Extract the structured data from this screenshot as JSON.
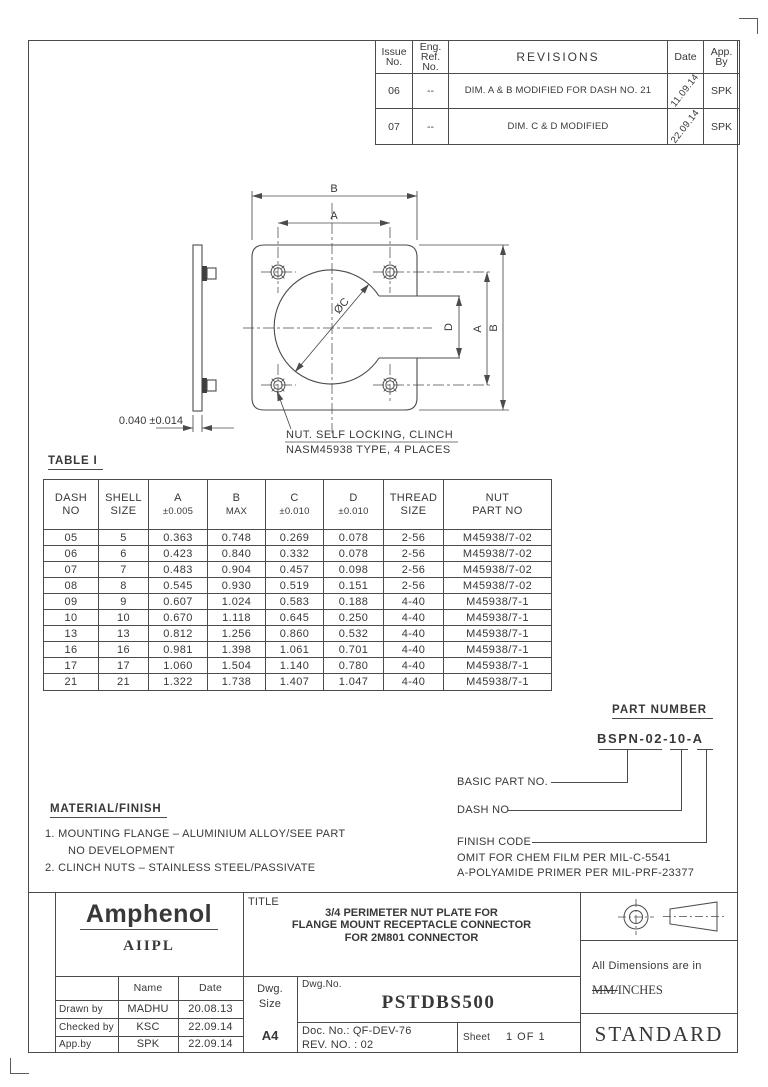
{
  "revisions": {
    "h_issue": [
      "Issue",
      "No."
    ],
    "h_eng": [
      "Eng.",
      "Ref.",
      "No."
    ],
    "h_rev": "REVISIONS",
    "h_date": "Date",
    "h_app": [
      "App.",
      "By"
    ],
    "rows": [
      {
        "no": "06",
        "ref": "--",
        "desc": "DIM. A & B MODIFIED FOR DASH NO. 21",
        "date": "11.09.14",
        "by": "SPK"
      },
      {
        "no": "07",
        "ref": "--",
        "desc": "DIM. C & D MODIFIED",
        "date": "22.09.14",
        "by": "SPK"
      }
    ]
  },
  "drawing": {
    "thickness": "0.040 ±0.014",
    "dim_b_top": "B",
    "dim_a_top": "A",
    "dim_c": "ØC",
    "dim_d": "D",
    "dim_a_right": "A",
    "dim_b_right": "B",
    "note1": "NUT. SELF LOCKING, CLINCH",
    "note2": "NASM45938 TYPE, 4 PLACES"
  },
  "table1": {
    "title": "TABLE I",
    "headers": [
      [
        "DASH",
        "NO"
      ],
      [
        "SHELL",
        "SIZE"
      ],
      [
        "A",
        "±0.005"
      ],
      [
        "B",
        "MAX"
      ],
      [
        "C",
        "±0.010"
      ],
      [
        "D",
        "±0.010"
      ],
      [
        "THREAD",
        "SIZE"
      ],
      [
        "NUT",
        "PART NO"
      ]
    ],
    "rows": [
      [
        "05",
        "5",
        "0.363",
        "0.748",
        "0.269",
        "0.078",
        "2-56",
        "M45938/7-02"
      ],
      [
        "06",
        "6",
        "0.423",
        "0.840",
        "0.332",
        "0.078",
        "2-56",
        "M45938/7-02"
      ],
      [
        "07",
        "7",
        "0.483",
        "0.904",
        "0.457",
        "0.098",
        "2-56",
        "M45938/7-02"
      ],
      [
        "08",
        "8",
        "0.545",
        "0.930",
        "0.519",
        "0.151",
        "2-56",
        "M45938/7-02"
      ],
      [
        "09",
        "9",
        "0.607",
        "1.024",
        "0.583",
        "0.188",
        "4-40",
        "M45938/7-1"
      ],
      [
        "10",
        "10",
        "0.670",
        "1.118",
        "0.645",
        "0.250",
        "4-40",
        "M45938/7-1"
      ],
      [
        "13",
        "13",
        "0.812",
        "1.256",
        "0.860",
        "0.532",
        "4-40",
        "M45938/7-1"
      ],
      [
        "16",
        "16",
        "0.981",
        "1.398",
        "1.061",
        "0.701",
        "4-40",
        "M45938/7-1"
      ],
      [
        "17",
        "17",
        "1.060",
        "1.504",
        "1.140",
        "0.780",
        "4-40",
        "M45938/7-1"
      ],
      [
        "21",
        "21",
        "1.322",
        "1.738",
        "1.407",
        "1.047",
        "4-40",
        "M45938/7-1"
      ]
    ]
  },
  "part_number": {
    "title": "PART NUMBER",
    "value": "BSPN-02-10-A",
    "basic_label": "BASIC PART NO.",
    "dash_label": "DASH NO",
    "finish_label": "FINISH CODE",
    "finish_note1": "OMIT FOR CHEM FILM PER MIL-C-5541",
    "finish_note2": "A-POLYAMIDE PRIMER PER MIL-PRF-23377"
  },
  "material_finish": {
    "title": "MATERIAL/FINISH",
    "line1": "1. MOUNTING FLANGE – ALUMINIUM ALLOY/SEE PART",
    "line2": "NO DEVELOPMENT",
    "line3": "2. CLINCH NUTS – STAINLESS STEEL/PASSIVATE"
  },
  "title_block": {
    "company": "Amphenol",
    "company_sub": "AIIPL",
    "name_header": "Name",
    "date_header": "Date",
    "signoff": [
      {
        "role": "Drawn by",
        "name": "MADHU",
        "date": "20.08.13"
      },
      {
        "role": "Checked by",
        "name": "KSC",
        "date": "22.09.14"
      },
      {
        "role": "App.by",
        "name": "SPK",
        "date": "22.09.14"
      }
    ],
    "title_label": "TITLE",
    "title_line1": "3/4 PERIMETER NUT PLATE FOR",
    "title_line2": "FLANGE MOUNT RECEPTACLE CONNECTOR",
    "title_line3": "FOR 2M801 CONNECTOR",
    "dwg_label1": "Dwg.",
    "dwg_label2": "Size",
    "dwg_size": "A4",
    "dwg_no_label": "Dwg.No.",
    "dwg_no": "PSTDBS500",
    "doc_no": "Doc. No.: QF-DEV-76",
    "rev_no": "REV. NO. : 02",
    "sheet_label": "Sheet",
    "sheet_value": "1 OF 1",
    "dims_note": "All Dimensions are in",
    "dims_mm": "MM/",
    "dims_inches": "INCHES",
    "standard": "STANDARD"
  }
}
